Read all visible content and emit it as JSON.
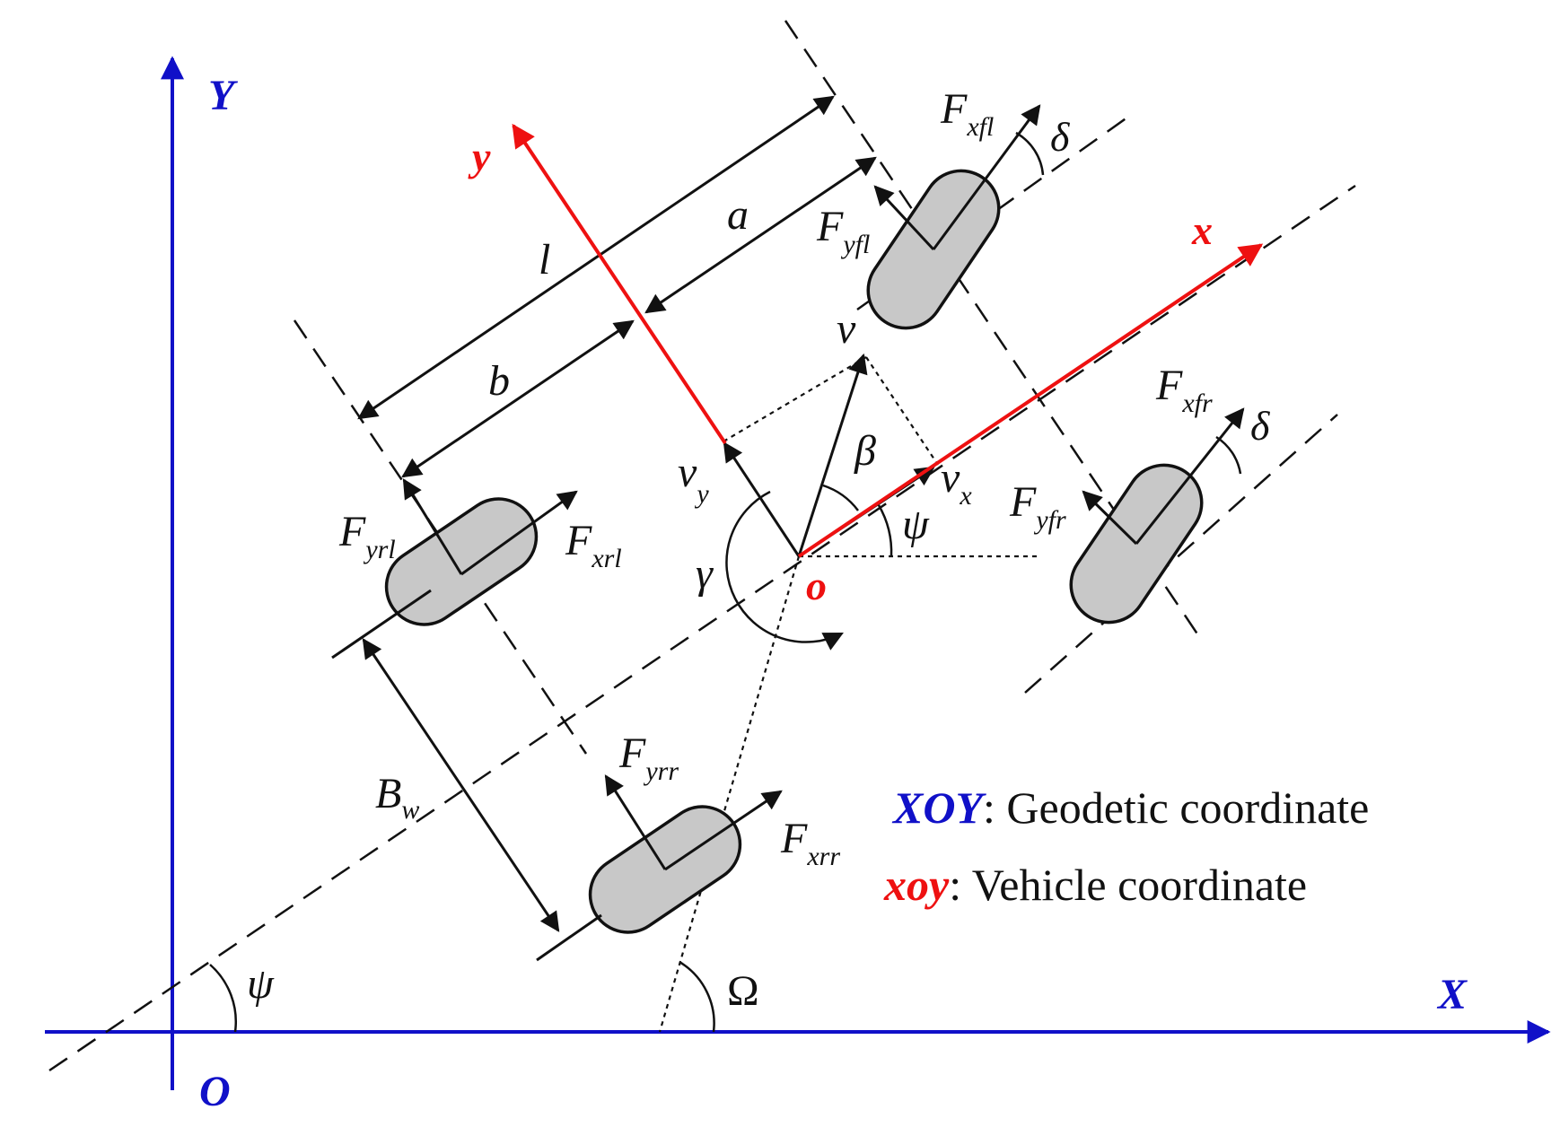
{
  "colors": {
    "geodetic": "#1010c8",
    "vehicle": "#ee1111",
    "ink": "#111111",
    "wheel_fill": "#c8c8c8"
  },
  "geodetic_axes": {
    "x_label": "X",
    "y_label": "Y",
    "origin_label": "O"
  },
  "vehicle_axes": {
    "x_label": "x",
    "y_label": "y",
    "origin_label": "o"
  },
  "dimensions": {
    "l": "l",
    "a": "a",
    "b": "b",
    "bw_main": "B",
    "bw_sub": "w"
  },
  "velocity": {
    "v": "v",
    "vx_main": "v",
    "vx_sub": "x",
    "vy_main": "v",
    "vy_sub": "y"
  },
  "angles": {
    "beta": "β",
    "psi_vehicle": "ψ",
    "psi_ground": "ψ",
    "gamma": "γ",
    "omega": "Ω",
    "delta_fl": "δ",
    "delta_fr": "δ"
  },
  "forces": {
    "fxfl": {
      "main": "F",
      "sub": "xfl"
    },
    "fyfl": {
      "main": "F",
      "sub": "yfl"
    },
    "fxfr": {
      "main": "F",
      "sub": "xfr"
    },
    "fyfr": {
      "main": "F",
      "sub": "yfr"
    },
    "fxrl": {
      "main": "F",
      "sub": "xrl"
    },
    "fyrl": {
      "main": "F",
      "sub": "yrl"
    },
    "fxrr": {
      "main": "F",
      "sub": "xrr"
    },
    "fyrr": {
      "main": "F",
      "sub": "yrr"
    }
  },
  "legend": {
    "geodetic_key": "XOY",
    "geodetic_text": ": Geodetic coordinate",
    "vehicle_key": "xoy",
    "vehicle_text": ": Vehicle coordinate"
  }
}
